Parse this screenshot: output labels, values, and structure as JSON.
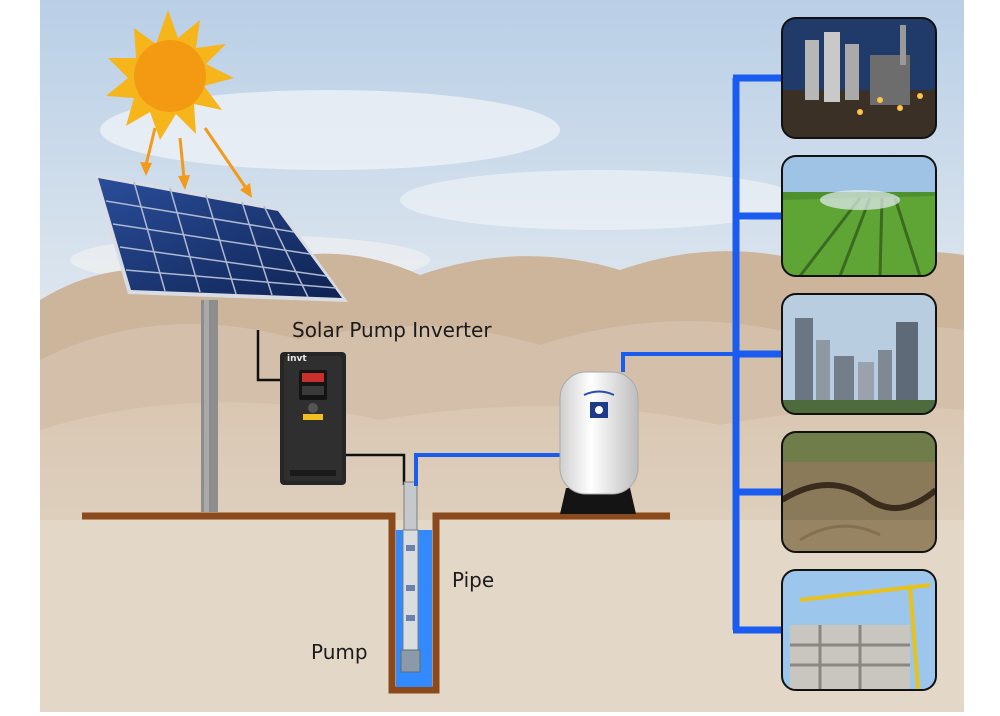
{
  "labels": {
    "inverter": "Solar Pump Inverter",
    "pipe": "Pipe",
    "pump": "Pump"
  },
  "inverter_brand": "invt",
  "colors": {
    "water_line": "#1a5cf0",
    "ground": "#8b4a1c",
    "sun": "#f7a51c",
    "panel": "#1c3a7a"
  },
  "applications": [
    "industrial-plant",
    "irrigated-farmland",
    "city-skyline",
    "dry-cracked-land",
    "construction-site"
  ]
}
